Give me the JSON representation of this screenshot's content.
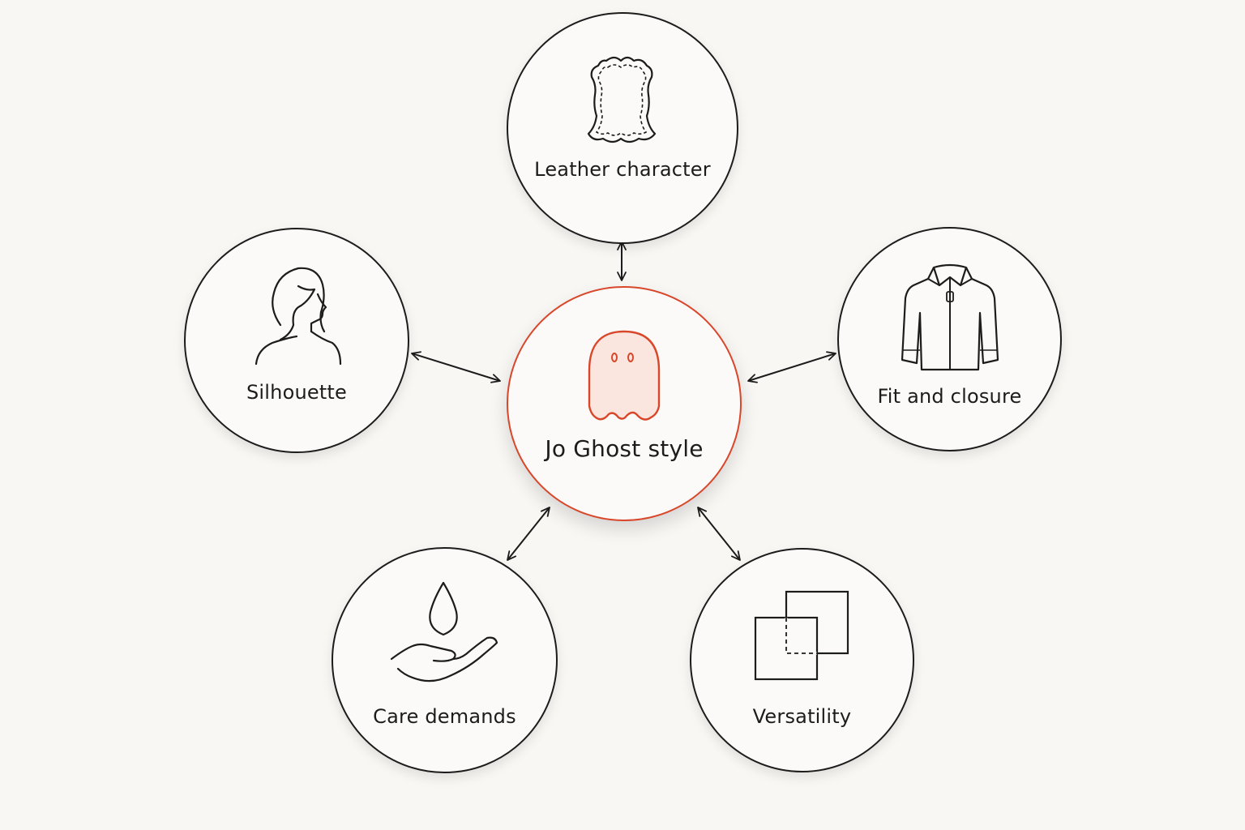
{
  "diagram": {
    "center": {
      "label": "Jo Ghost style",
      "icon": "ghost-icon",
      "accent_color": "#d9472b"
    },
    "nodes": [
      {
        "id": "leather",
        "label": "Leather character",
        "icon": "leather-hide-icon"
      },
      {
        "id": "silhouette",
        "label": "Silhouette",
        "icon": "woman-profile-icon"
      },
      {
        "id": "fit",
        "label": "Fit and closure",
        "icon": "zip-jacket-icon"
      },
      {
        "id": "care",
        "label": "Care demands",
        "icon": "hand-water-drop-icon"
      },
      {
        "id": "versatility",
        "label": "Versatility",
        "icon": "overlapping-squares-icon"
      }
    ],
    "connections": [
      {
        "from": "center",
        "to": "leather",
        "type": "bidirectional"
      },
      {
        "from": "center",
        "to": "silhouette",
        "type": "bidirectional"
      },
      {
        "from": "center",
        "to": "fit",
        "type": "bidirectional"
      },
      {
        "from": "center",
        "to": "care",
        "type": "bidirectional"
      },
      {
        "from": "center",
        "to": "versatility",
        "type": "bidirectional"
      }
    ],
    "colors": {
      "background": "#f8f7f4",
      "stroke": "#1c1c1c",
      "accent": "#d9472b"
    }
  }
}
